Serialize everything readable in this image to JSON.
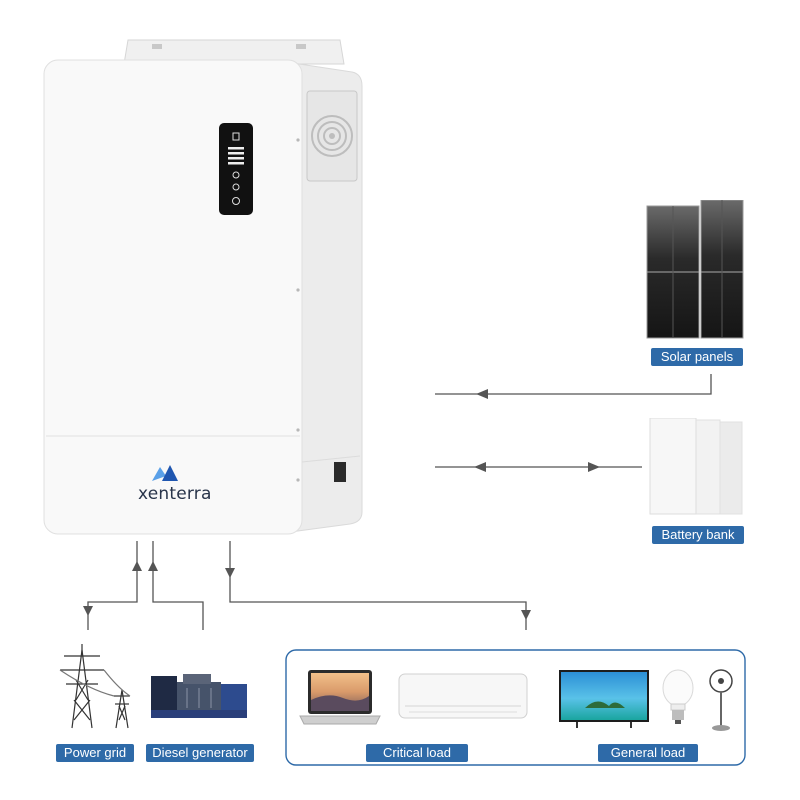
{
  "brand": {
    "name": "xenterra"
  },
  "labels": {
    "solar": "Solar panels",
    "battery": "Battery bank",
    "grid": "Power grid",
    "generator": "Diesel generator",
    "critical": "Critical load",
    "general": "General load"
  },
  "colors": {
    "accent": "#2e6aa8",
    "arrow": "#555555",
    "unit_body": "#f4f4f4"
  }
}
